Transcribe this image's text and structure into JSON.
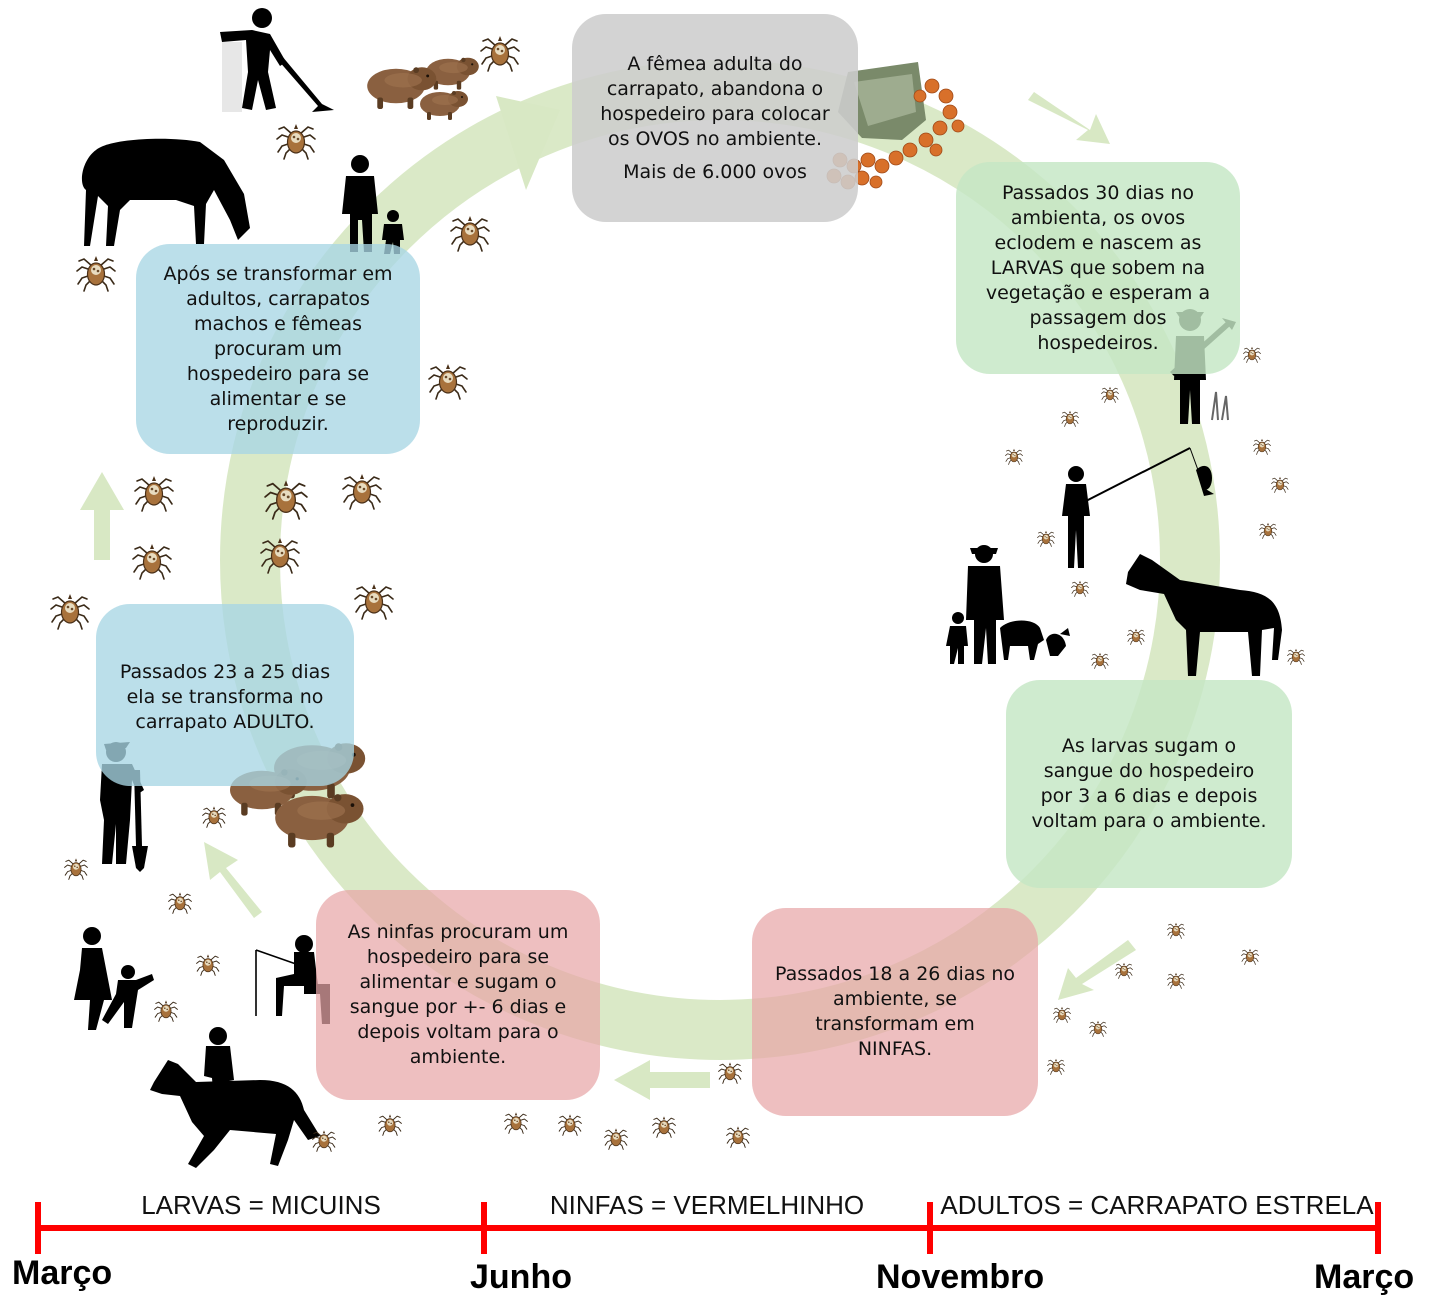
{
  "steps": {
    "eggs": "A fêmea adulta do\ncarrapato, abandona o\nhospedeiro para colocar\nos OVOS no ambiente.",
    "eggs_count": "Mais de 6.000 ovos",
    "larvae_hatch": "Passados 30 dias no\nambienta, os ovos\neclodem e nascem as\nLARVAS que sobem na\nvegetação e esperam a\npassagem dos\nhospedeiros.",
    "larvae_feed": "As larvas sugam o\nsangue do hospedeiro\npor 3 a 6 dias e depois\nvoltam para o ambiente.",
    "nymph_molt": "Passados 18 a 26 dias no\nambiente, se\ntransformam em\nNINFAS.",
    "nymph_feed": "As ninfas procuram um\nhospedeiro para se\nalimentar e sugam o\nsangue por +- 6 dias e\ndepois voltam para o\nambiente.",
    "adult_molt": "Passados 23 a 25 dias\nela se transforma no\ncarrapato ADULTO.",
    "adult_feed": "Após se transformar em\nadultos, carrapatos\nmachos e fêmeas\nprocuram um\nhospedeiro para se\nalimentar e se\nreproduzir."
  },
  "timeline": {
    "segments": [
      "LARVAS = MICUINS",
      "NINFAS = VERMELHINHO",
      "ADULTOS = CARRAPATO ESTRELA"
    ],
    "months": [
      "Março",
      "Junho",
      "Novembro",
      "Março"
    ]
  },
  "colors": {
    "cycle_arrow": "#d8e8c4",
    "timeline": "#ff0000",
    "silhouette": "#000000",
    "capybara": "#8a6040",
    "tick": "#9a6a3a",
    "eggs": "#d8702a"
  },
  "icons": [
    "person-mowing-icon",
    "capybara-icon",
    "horse-icon",
    "adult-child-icon",
    "farmer-hoe-icon",
    "fisherman-icon",
    "family-animals-icon",
    "person-shovel-icon",
    "mother-child-icon",
    "child-fishing-icon",
    "horse-rider-icon",
    "tick-icon",
    "egg-mass-icon"
  ]
}
